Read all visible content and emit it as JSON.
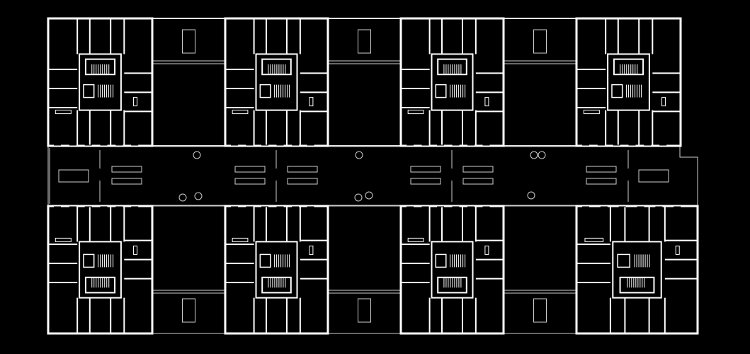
{
  "plan": {
    "background": "#000000",
    "wall_color": "#ffffff",
    "thin_color": "#cfcfcf",
    "top_block_count": 4,
    "bottom_block_count": 4,
    "courtyard_count": 6
  }
}
